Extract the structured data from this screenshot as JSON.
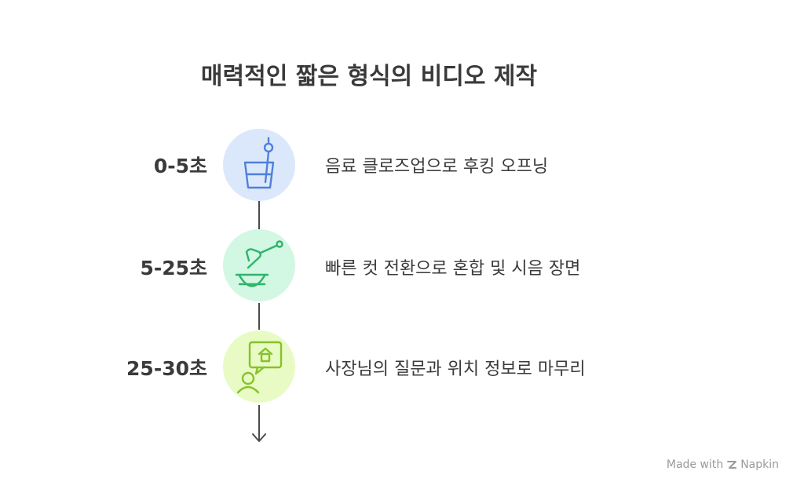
{
  "title": "매력적인 짧은 형식의 비디오 제작",
  "stages": [
    {
      "time": "0-5초",
      "description": "음료 클로즈업으로 후킹 오프닝",
      "icon": "drink-cup-icon",
      "circle_color": "#dbe8fb",
      "icon_color": "#4f80d8"
    },
    {
      "time": "5-25초",
      "description": "빠른 컷 전환으로 혼합 및 시음 장면",
      "icon": "mixing-bowl-icon",
      "circle_color": "#d2f7e2",
      "icon_color": "#2fb36c"
    },
    {
      "time": "25-30초",
      "description": "사장님의 질문과 위치 정보로 마무리",
      "icon": "owner-location-icon",
      "circle_color": "#e8fbc4",
      "icon_color": "#86c22a"
    }
  ],
  "watermark": {
    "prefix": "Made with",
    "brand": "Napkin"
  }
}
